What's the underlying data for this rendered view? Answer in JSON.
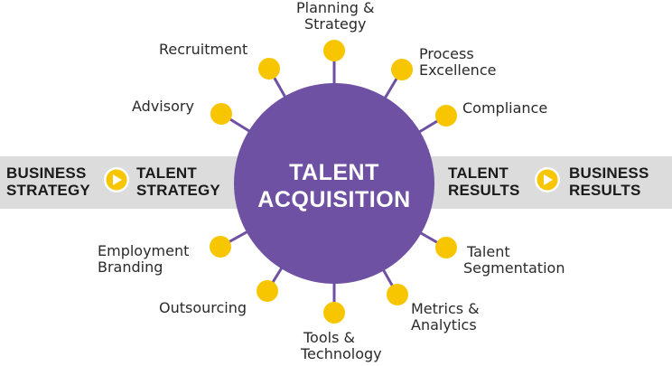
{
  "colors": {
    "circle": "#6f51a3",
    "spoke": "#6f51a3",
    "dot": "#f7c600",
    "band": "#dcdcdc",
    "arrow_fill": "#f7c600",
    "text": "#2a2a2a"
  },
  "center": {
    "line1": "TALENT",
    "line2": "ACQUISITION"
  },
  "band": {
    "left_a": [
      "BUSINESS",
      "STRATEGY"
    ],
    "left_b": [
      "TALENT",
      "STRATEGY"
    ],
    "right_a": [
      "TALENT",
      "RESULTS"
    ],
    "right_b": [
      "BUSINESS",
      "RESULTS"
    ],
    "arrow_icon": "play-arrow-icon"
  },
  "spokes": [
    {
      "id": "planning",
      "lines": [
        "Planning &",
        "Strategy"
      ]
    },
    {
      "id": "process",
      "lines": [
        "Process",
        "Excellence"
      ]
    },
    {
      "id": "compliance",
      "lines": [
        "Compliance"
      ]
    },
    {
      "id": "segmentation",
      "lines": [
        "Talent",
        "Segmentation"
      ]
    },
    {
      "id": "metrics",
      "lines": [
        "Metrics &",
        "Analytics"
      ]
    },
    {
      "id": "tools",
      "lines": [
        "Tools &",
        "Technology"
      ]
    },
    {
      "id": "outsourcing",
      "lines": [
        "Outsourcing"
      ]
    },
    {
      "id": "branding",
      "lines": [
        "Employment",
        "Branding"
      ]
    },
    {
      "id": "advisory",
      "lines": [
        "Advisory"
      ]
    },
    {
      "id": "recruitment",
      "lines": [
        "Recruitment"
      ]
    }
  ]
}
